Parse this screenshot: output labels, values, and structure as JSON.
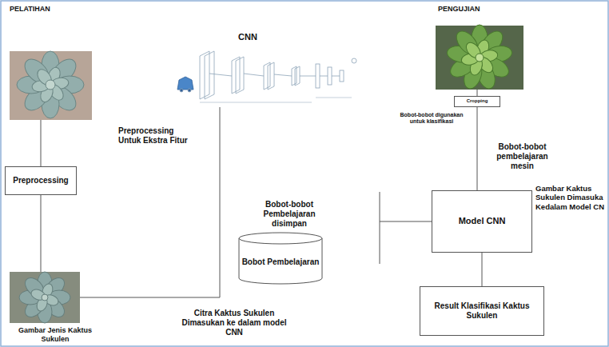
{
  "diagram": {
    "nodes": [
      {
        "text": [
          "Preprocessing"
        ]
      },
      {
        "text": [
          "Bobot Pembelajaran"
        ]
      },
      {
        "text": [
          "Cropping"
        ]
      },
      {
        "text": [
          "Model CNN"
        ]
      },
      {
        "text": [
          "Result Klasifikasi Kaktus Sukulen"
        ]
      }
    ],
    "edges": [
      {
        "from": 2,
        "to": 3,
        "arrow": "none"
      },
      {
        "from": 3,
        "to": 4,
        "arrow": "none"
      }
    ],
    "labels": [
      "PELATIHAN",
      "PENGUJIAN",
      "CNN",
      "Preprocessing Untuk Ekstra Fitur",
      "Gambar Jenis Kaktus Sukulen",
      "Citra Kaktus Sukulen Dimasukan ke dalam model CNN",
      "Bobot-bobot Pembelajaran disimpan",
      "Bobot-bobot digunakan untuk klasifikasi",
      "Bobot-bobot pembelajaran mesin",
      "Gambar Kaktus Sukulen Dimasuka Kedalam Model CN"
    ]
  }
}
